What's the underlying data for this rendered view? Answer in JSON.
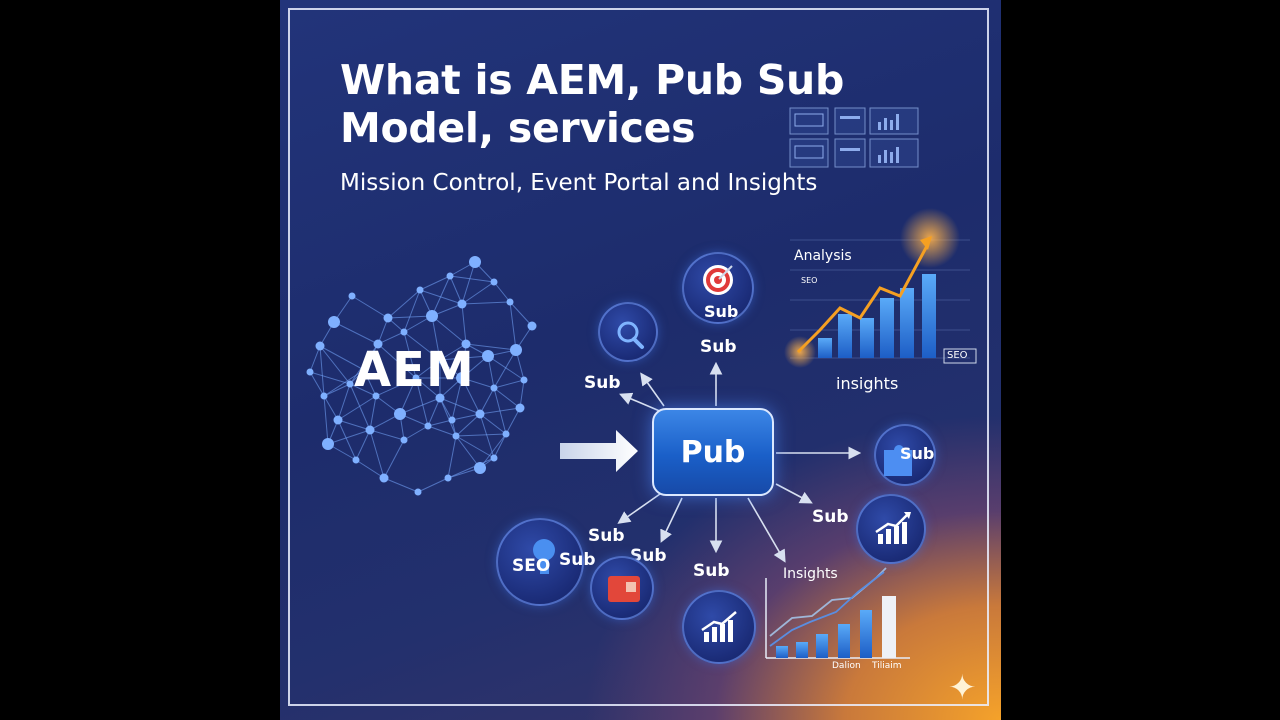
{
  "title": "What is AEM, Pub Sub Model, services",
  "subtitle": "Mission Control, Event Portal and Insights",
  "aem_label": "AEM",
  "pub_label": "Pub",
  "sub_labels": {
    "top_center": "Sub",
    "top_circle": "Sub",
    "top_left": "Sub",
    "right_circle": "Sub",
    "right_lower": "Sub",
    "bottom_left_a": "Sub",
    "bottom_left_b": "Sub",
    "bottom_left_c": "Sub",
    "bottom_center": "Sub"
  },
  "seo_circle_label": "SEO",
  "chart_top": {
    "analysis_label": "Analysis",
    "seo_small": "SEO",
    "seo_badge": "SEO",
    "caption": "insights"
  },
  "chart_bottom": {
    "caption": "Insights",
    "axis_left": "Dalion",
    "axis_right": "Tiliaim"
  },
  "icons": [
    "search-icon",
    "target-icon",
    "puzzle-icon",
    "bar-chart-icon",
    "seo-gear-icon",
    "dashboard-icon",
    "network-icon",
    "arrow-right-icon",
    "sparkle-icon"
  ],
  "colors": {
    "accent_blue": "#2a6ad6",
    "bar_blue": "#3a8ef0",
    "orange_glow": "#f5a22a",
    "background_navy": "#1d2c6c"
  }
}
